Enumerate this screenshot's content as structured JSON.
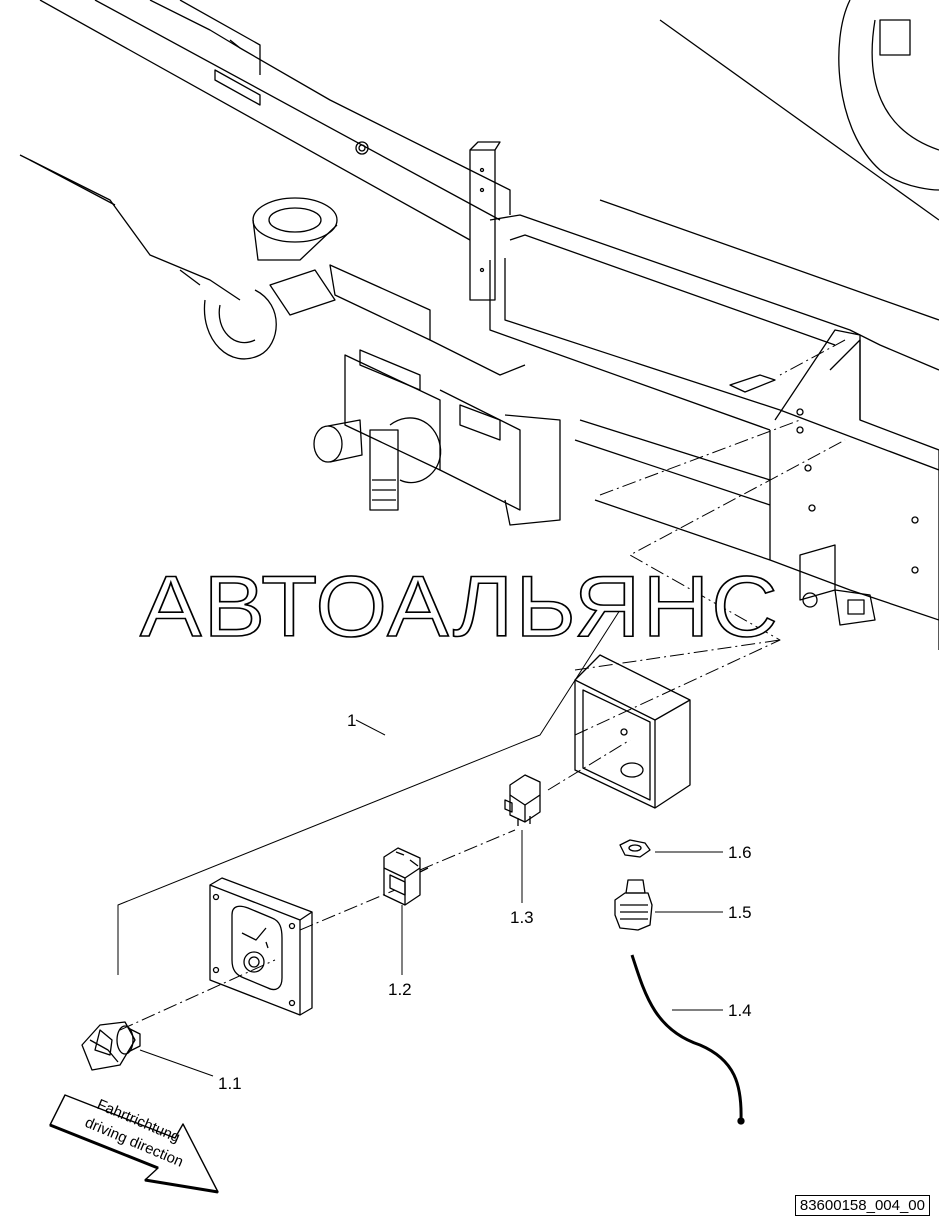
{
  "watermark": "АВТОАЛЬЯНС",
  "direction_text": {
    "line1": "Fahrtrichtung",
    "line2": "driving direction"
  },
  "drawing_id": "83600158_004_00",
  "callouts": [
    {
      "id": "c1",
      "label": "1",
      "part": "assembly"
    },
    {
      "id": "c11",
      "label": "1.1",
      "part": "selector-switch"
    },
    {
      "id": "c12",
      "label": "1.2",
      "part": "switch-element"
    },
    {
      "id": "c13",
      "label": "1.3",
      "part": "contact-block"
    },
    {
      "id": "c14",
      "label": "1.4",
      "part": "cable"
    },
    {
      "id": "c15",
      "label": "1.5",
      "part": "cable-gland"
    },
    {
      "id": "c16",
      "label": "1.6",
      "part": "nut"
    }
  ],
  "colors": {
    "line": "#000000",
    "background": "#ffffff",
    "shade": "#dddddd"
  }
}
